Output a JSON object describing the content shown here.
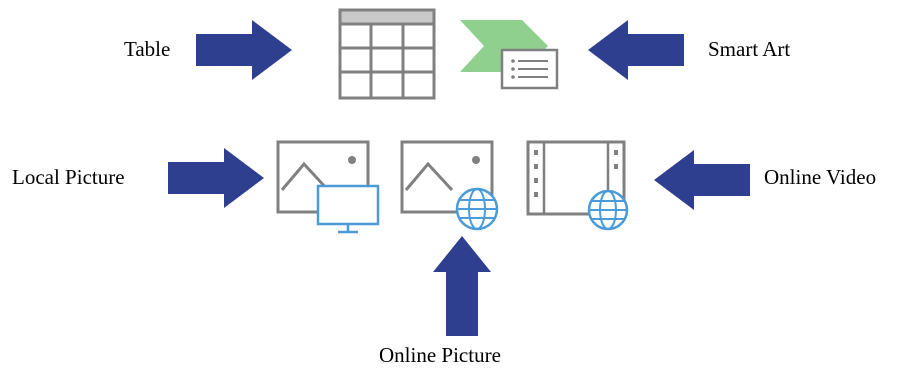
{
  "labels": {
    "table": "Table",
    "smart_art": "Smart Art",
    "local_picture": "Local Picture",
    "online_video": "Online Video",
    "online_picture": "Online Picture"
  },
  "icons": {
    "table": "table-icon",
    "smart_art": "smartart-icon",
    "local_picture": "local-picture-icon",
    "online_picture": "online-picture-icon",
    "online_video": "online-video-icon"
  },
  "colors": {
    "arrow": "#2f3f8f",
    "icon_gray": "#808080",
    "globe_blue": "#4a9bd8",
    "smartart_green": "#8fd08f"
  }
}
